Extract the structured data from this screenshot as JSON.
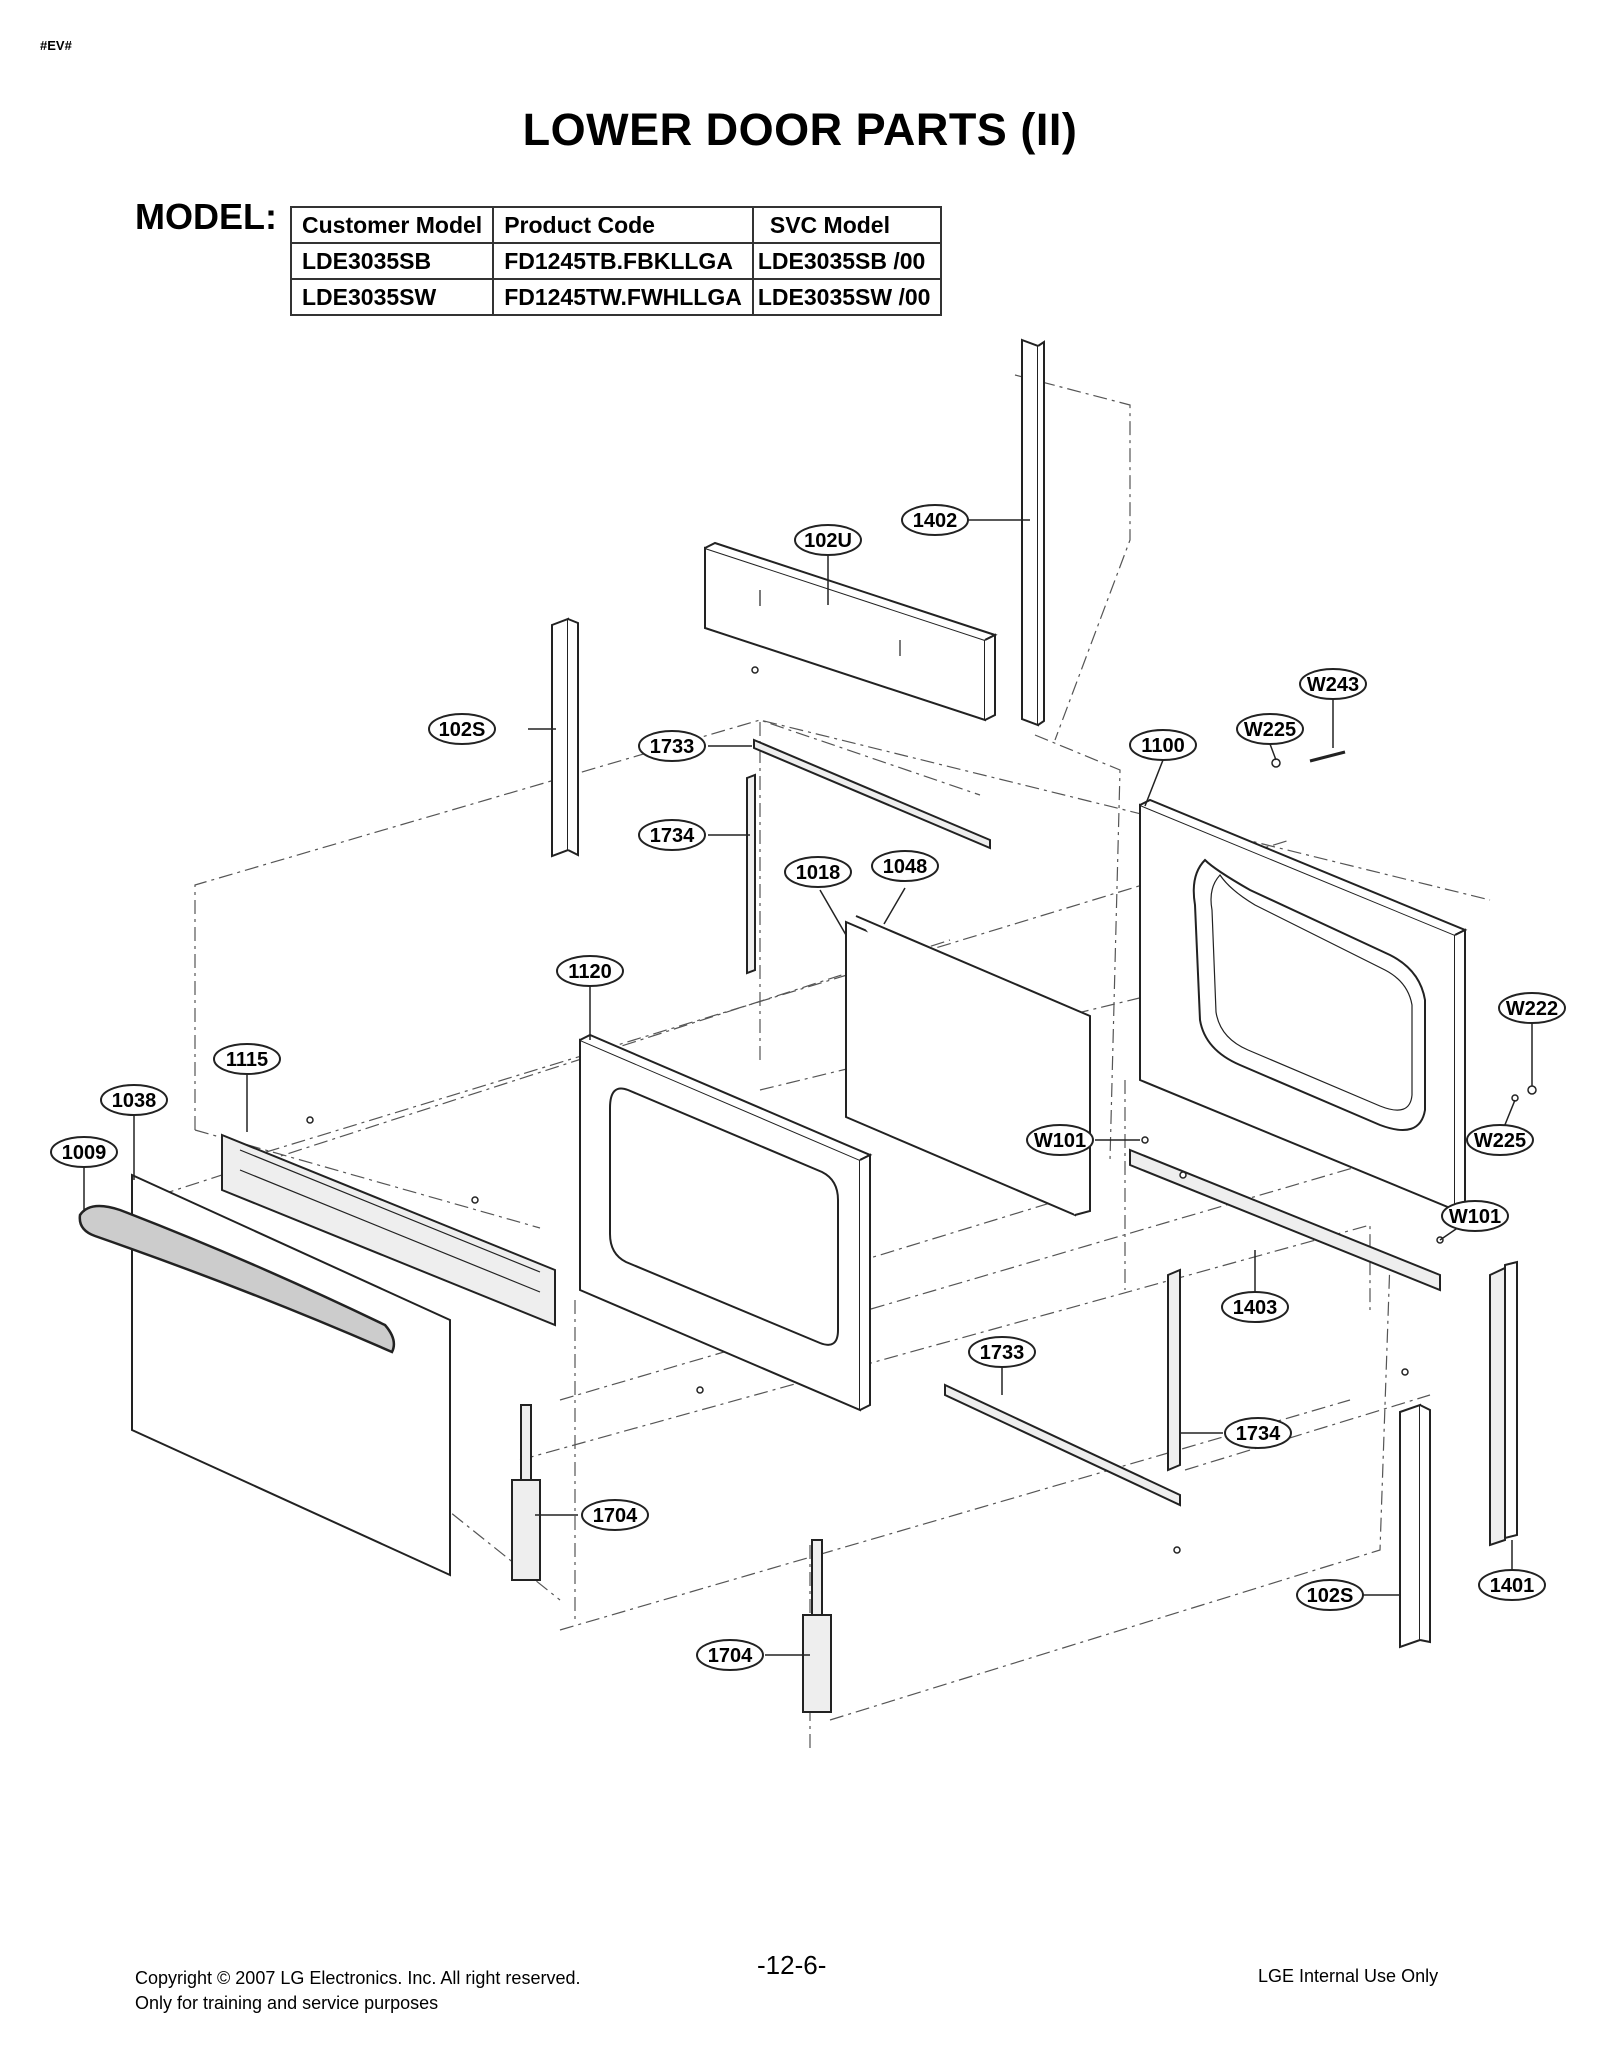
{
  "header": {
    "tag": "#EV#",
    "title": "LOWER DOOR PARTS (II)"
  },
  "model": {
    "label": "MODEL:",
    "columns": [
      "Customer Model",
      "Product Code",
      "SVC Model"
    ],
    "rows": [
      [
        "LDE3035SB",
        "FD1245TB.FBKLLGA",
        "LDE3035SB /00"
      ],
      [
        "LDE3035SW",
        "FD1245TW.FWHLLGA",
        "LDE3035SW /00"
      ]
    ]
  },
  "callouts": [
    "1402",
    "102U",
    "W243",
    "102S",
    "1733",
    "W225",
    "1100",
    "1734",
    "1018",
    "1048",
    "1120",
    "W222",
    "1115",
    "1038",
    "1009",
    "W101",
    "W225",
    "W101",
    "1403",
    "1733",
    "1734",
    "1704",
    "102S",
    "1401",
    "1704"
  ],
  "footer": {
    "copyright": "Copyright © 2007 LG Electronics. Inc. All right reserved.",
    "purpose": "Only for training and service purposes",
    "page": "-12-6-",
    "internal": "LGE Internal Use Only"
  }
}
